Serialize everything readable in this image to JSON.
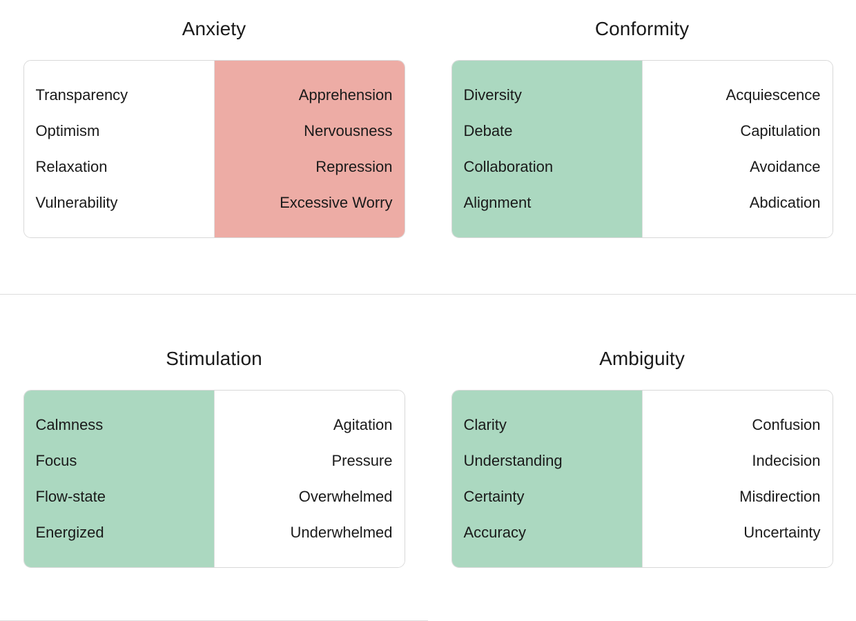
{
  "colors": {
    "tint_negative": "#edaca5",
    "tint_positive": "#abd8c0",
    "card_border": "#d8d8d8",
    "divider": "#dddddd",
    "text": "#1a1a1a",
    "card_background": "#ffffff"
  },
  "sections": [
    {
      "panels": [
        {
          "title": "Anxiety",
          "left": {
            "tint": "none",
            "align": "left",
            "terms": [
              "Transparency",
              "Optimism",
              "Relaxation",
              "Vulnerability"
            ]
          },
          "right": {
            "tint": "red",
            "align": "right",
            "terms": [
              "Apprehension",
              "Nervousness",
              "Repression",
              "Excessive Worry"
            ]
          }
        },
        {
          "title": "Conformity",
          "left": {
            "tint": "green",
            "align": "left",
            "terms": [
              "Diversity",
              "Debate",
              "Collaboration",
              "Alignment"
            ]
          },
          "right": {
            "tint": "none",
            "align": "right",
            "terms": [
              "Acquiescence",
              "Capitulation",
              "Avoidance",
              "Abdication"
            ]
          }
        }
      ]
    },
    {
      "panels": [
        {
          "title": "Stimulation",
          "left": {
            "tint": "green",
            "align": "left",
            "terms": [
              "Calmness",
              "Focus",
              "Flow-state",
              "Energized"
            ]
          },
          "right": {
            "tint": "none",
            "align": "right",
            "terms": [
              "Agitation",
              "Pressure",
              "Overwhelmed",
              "Underwhelmed"
            ]
          }
        },
        {
          "title": "Ambiguity",
          "left": {
            "tint": "green",
            "align": "left",
            "terms": [
              "Clarity",
              "Understanding",
              "Certainty",
              "Accuracy"
            ]
          },
          "right": {
            "tint": "none",
            "align": "right",
            "terms": [
              "Confusion",
              "Indecision",
              "Misdirection",
              "Uncertainty"
            ]
          }
        }
      ]
    }
  ]
}
